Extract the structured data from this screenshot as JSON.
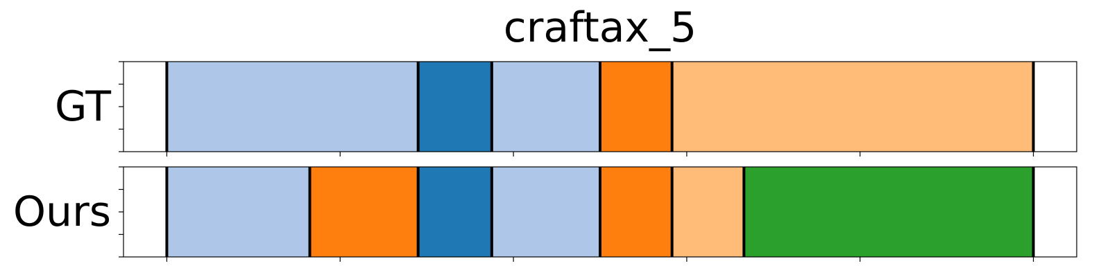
{
  "chart_data": {
    "type": "segmentation-timeline",
    "title": "craftax_5",
    "x_ticks_shown": false,
    "y_ticks_shown": false,
    "colors": {
      "light_blue": "#aec7e8",
      "blue": "#1f77b4",
      "orange": "#ff7f0e",
      "light_orange": "#ffbb78",
      "green": "#2ca02c",
      "boundary": "#000000"
    },
    "xlim": [
      0,
      110
    ],
    "rows": [
      {
        "label": "GT",
        "segments": [
          {
            "start": 5,
            "end": 34,
            "color": "#aec7e8"
          },
          {
            "start": 34,
            "end": 42.5,
            "color": "#1f77b4"
          },
          {
            "start": 42.5,
            "end": 55,
            "color": "#aec7e8"
          },
          {
            "start": 55,
            "end": 63.3,
            "color": "#ff7f0e"
          },
          {
            "start": 63.3,
            "end": 105,
            "color": "#ffbb78"
          }
        ]
      },
      {
        "label": "Ours",
        "segments": [
          {
            "start": 5,
            "end": 21.5,
            "color": "#aec7e8"
          },
          {
            "start": 21.5,
            "end": 34,
            "color": "#ff7f0e"
          },
          {
            "start": 34,
            "end": 42.5,
            "color": "#1f77b4"
          },
          {
            "start": 42.5,
            "end": 55,
            "color": "#aec7e8"
          },
          {
            "start": 55,
            "end": 63.3,
            "color": "#ff7f0e"
          },
          {
            "start": 63.3,
            "end": 71.6,
            "color": "#ffbb78"
          },
          {
            "start": 71.6,
            "end": 105,
            "color": "#2ca02c"
          }
        ]
      }
    ],
    "x_tick_values": [
      5,
      25,
      45,
      65,
      85,
      105
    ],
    "y_tick_count": 5
  }
}
